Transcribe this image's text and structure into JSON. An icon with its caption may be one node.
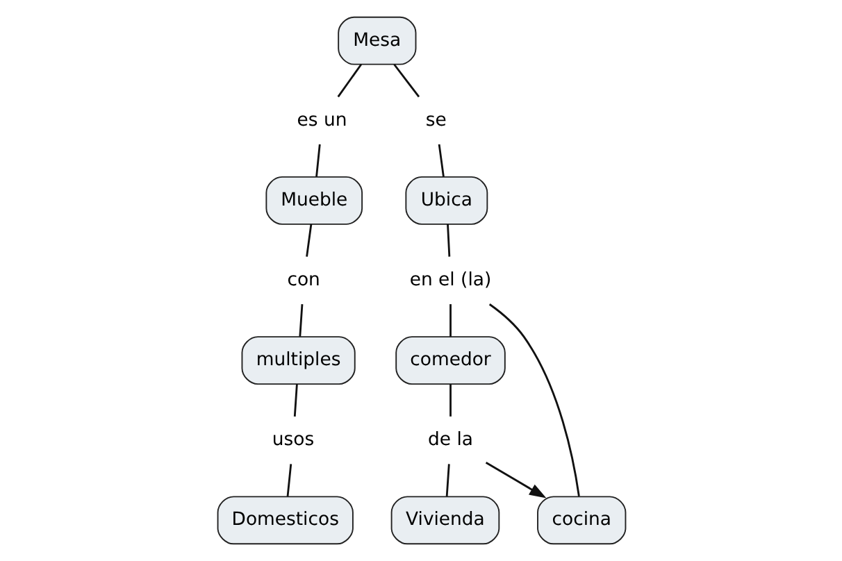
{
  "diagram": {
    "nodes": [
      {
        "text": [
          "Mesa"
        ]
      },
      {
        "text": [
          "es un"
        ]
      },
      {
        "text": [
          "se"
        ]
      },
      {
        "text": [
          "Mueble"
        ]
      },
      {
        "text": [
          "Ubica"
        ]
      },
      {
        "text": [
          "con"
        ]
      },
      {
        "text": [
          "en el (la)"
        ]
      },
      {
        "text": [
          "multiples"
        ]
      },
      {
        "text": [
          "comedor"
        ]
      },
      {
        "text": [
          "cocina"
        ]
      },
      {
        "text": [
          "usos"
        ]
      },
      {
        "text": [
          "de la"
        ]
      },
      {
        "text": [
          "Domesticos"
        ]
      },
      {
        "text": [
          "Vivienda"
        ]
      }
    ],
    "edges": [
      {
        "from": 0,
        "to": 1,
        "arrow": "none"
      },
      {
        "from": 1,
        "to": 3,
        "arrow": "none"
      },
      {
        "from": 0,
        "to": 2,
        "arrow": "none"
      },
      {
        "from": 2,
        "to": 4,
        "arrow": "none"
      },
      {
        "from": 3,
        "to": 5,
        "arrow": "none"
      },
      {
        "from": 5,
        "to": 7,
        "arrow": "none"
      },
      {
        "from": 4,
        "to": 6,
        "arrow": "none"
      },
      {
        "from": 6,
        "to": 8,
        "arrow": "none"
      },
      {
        "from": 6,
        "to": 9,
        "arrow": "none"
      },
      {
        "from": 7,
        "to": 10,
        "arrow": "none"
      },
      {
        "from": 10,
        "to": 12,
        "arrow": "none"
      },
      {
        "from": 8,
        "to": 11,
        "arrow": "none"
      },
      {
        "from": 13,
        "to": 11,
        "arrow": "none"
      },
      {
        "from": 11,
        "to": 9,
        "arrow": "to"
      }
    ]
  }
}
